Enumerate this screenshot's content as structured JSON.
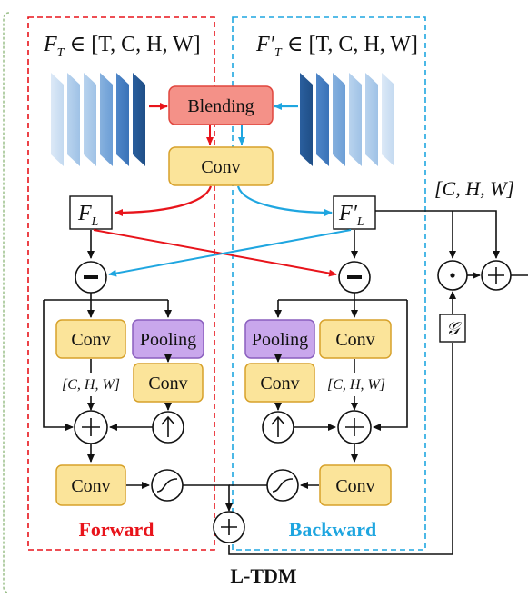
{
  "title": "L-TDM",
  "forward_label": "Forward",
  "backward_label": "Backward",
  "blending_label": "Blending",
  "conv_label": "Conv",
  "pooling_label": "Pooling",
  "input_forward": {
    "symbol": "F",
    "sub": "T",
    "rest": " ∈ [T, C, H, W]"
  },
  "input_backward": {
    "symbol": "F′",
    "sub": "T",
    "rest": " ∈ [T, C, H, W]"
  },
  "latent_forward": {
    "symbol": "F",
    "sub": "L"
  },
  "latent_backward": {
    "symbol": "F′",
    "sub": "L"
  },
  "shape_small": "[C, H, W]",
  "shape_large": "[C, H, W]",
  "gate_symbol": "𝒢",
  "ops": {
    "minus": "−",
    "plus": "+",
    "dot": "·",
    "up": "↑"
  },
  "colors": {
    "red": "#e8141b",
    "blue": "#1fa6e0",
    "conv_fill": "#fbe49a",
    "conv_stroke": "#d7a12a",
    "pool_fill": "#c9a7ec",
    "pool_stroke": "#8a5fbe",
    "blend_fill": "#f49188",
    "blend_stroke": "#e0463e",
    "frame_green": "#9bbf8a"
  }
}
